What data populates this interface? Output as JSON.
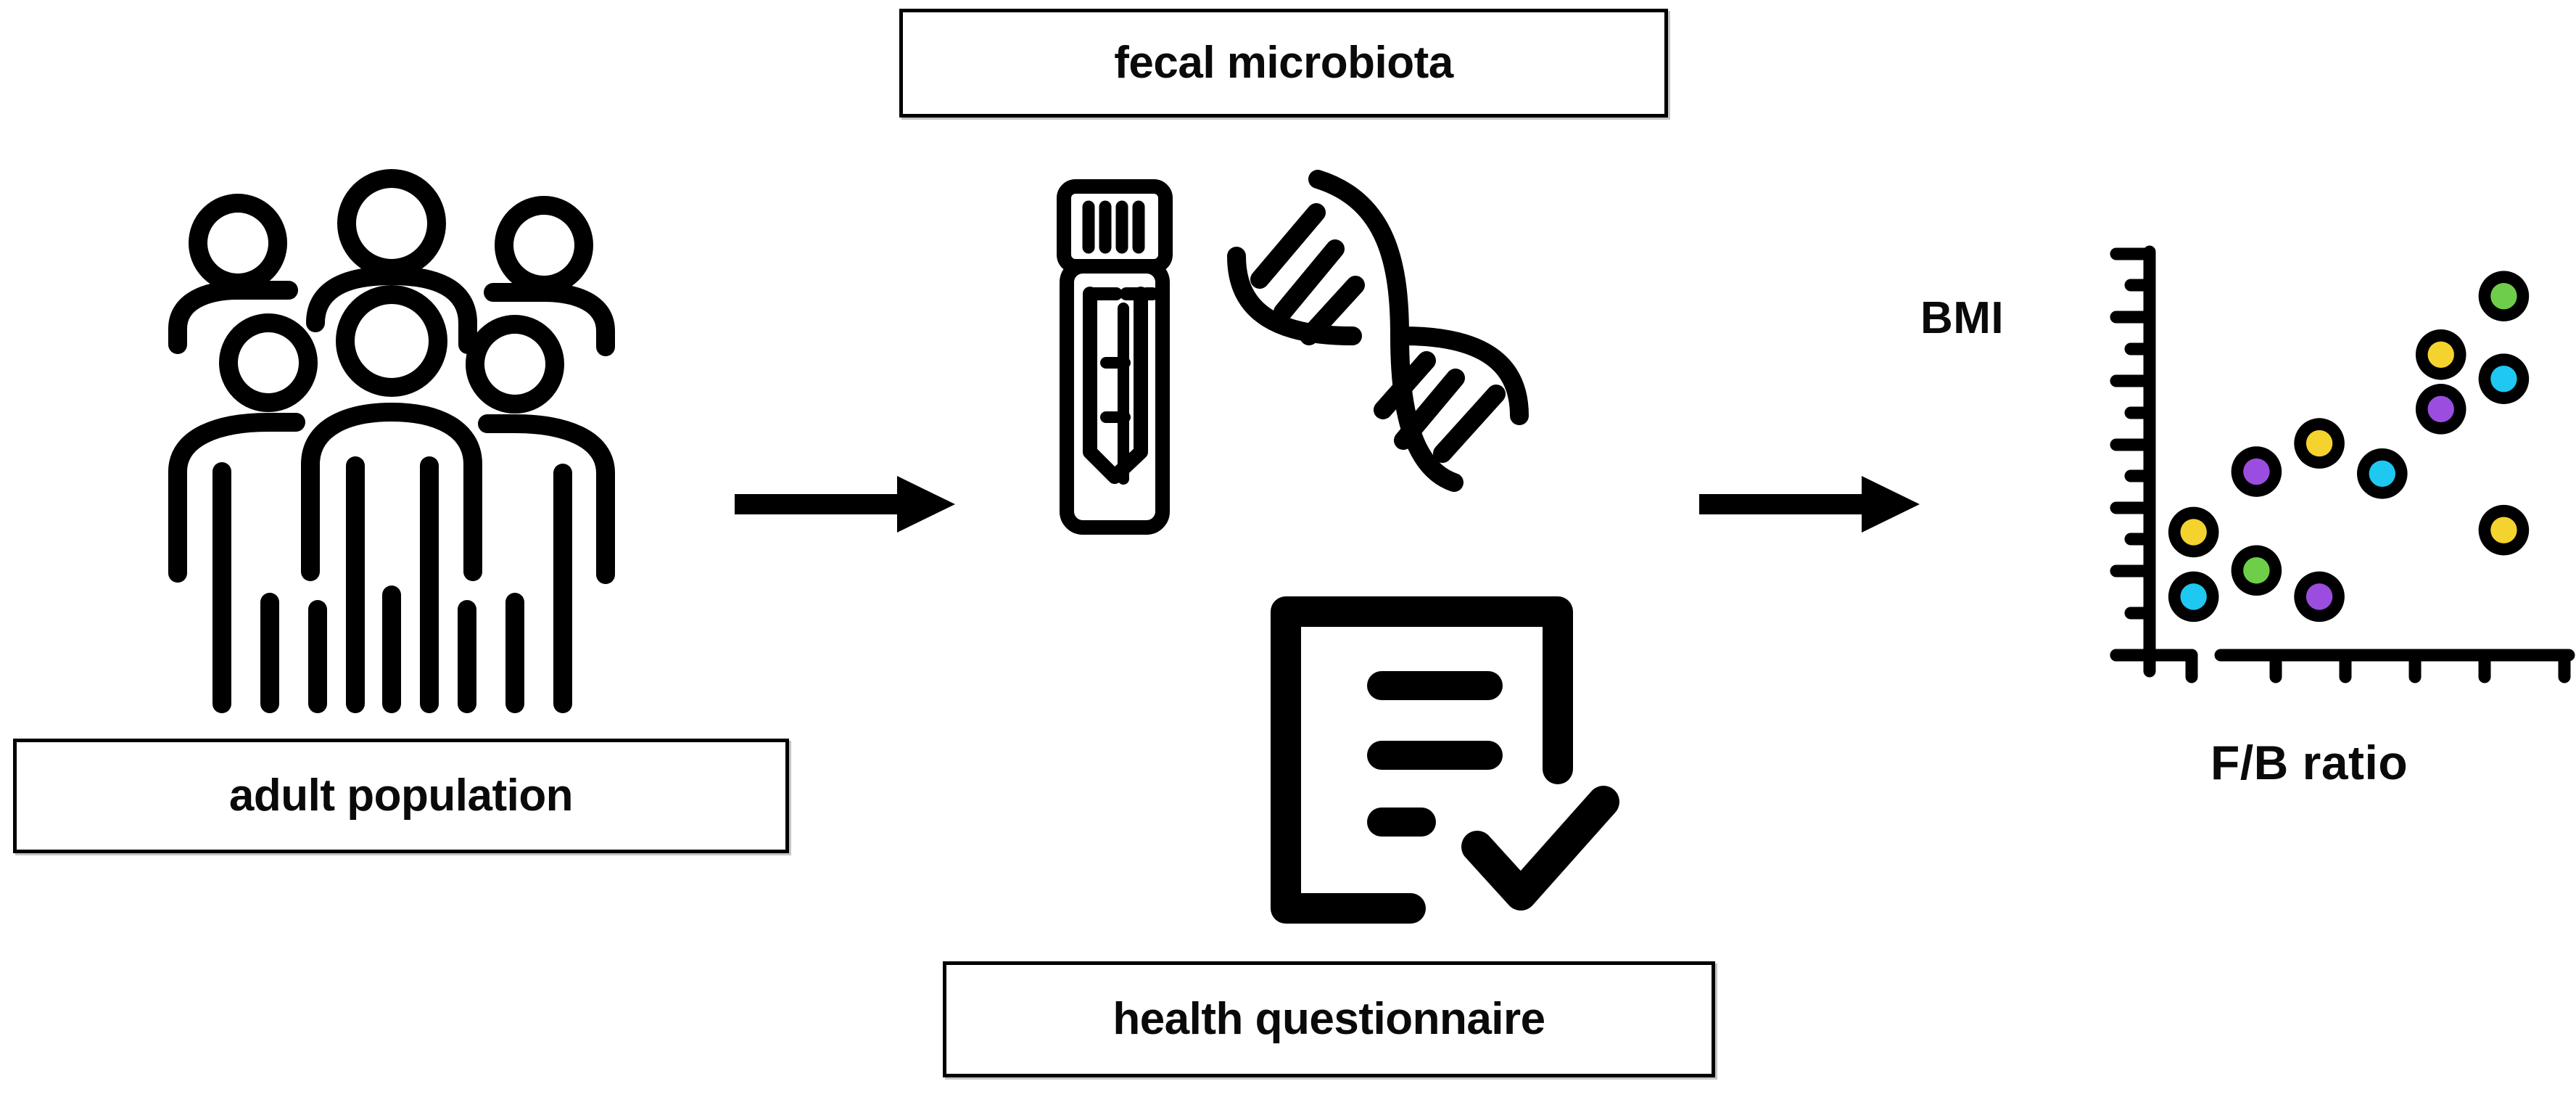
{
  "figure": {
    "title": "Study design: adult population, fecal microbiota and health questionnaire to BMI vs F/B ratio",
    "background_color": "#ffffff"
  },
  "boxes": {
    "fecal_microbiota": {
      "label": "fecal microbiota"
    },
    "adult_population": {
      "label": "adult population"
    },
    "health_questionnaire": {
      "label": "health questionnaire"
    }
  },
  "labels": {
    "bmi": "BMI",
    "fb_ratio": "F/B ratio"
  },
  "icons": {
    "people": "people-group-icon",
    "vial": "sample-vial-icon",
    "dna": "dna-helix-icon",
    "form": "questionnaire-checkmark-icon",
    "arrow_one": "arrow-right-icon",
    "arrow_two": "arrow-right-icon"
  },
  "palette": {
    "stroke": "#000000",
    "yellow": "#F5D32E",
    "purple": "#9B4DE0",
    "green": "#6ECE4A",
    "cyan": "#1EC8F0"
  },
  "chart_data": {
    "type": "scatter",
    "title": "",
    "xlabel": "F/B ratio",
    "ylabel": "BMI",
    "xlim": [
      0,
      10
    ],
    "ylim": [
      0,
      10
    ],
    "grid": false,
    "legend": false,
    "axis_style": "hand-drawn ticked axes, no numeric tick labels",
    "y_axis_ticks": {
      "major_count": 6,
      "minor_count": 6,
      "labels": []
    },
    "x_axis_ticks": {
      "count": 6,
      "labels": []
    },
    "marker_style": {
      "shape": "circle",
      "outline": "#000000",
      "outline_width": 16,
      "radius": 26
    },
    "points": [
      {
        "x": 1.05,
        "y": 3.05,
        "color": "#F5D32E",
        "group": "yellow"
      },
      {
        "x": 1.05,
        "y": 1.45,
        "color": "#1EC8F0",
        "group": "cyan"
      },
      {
        "x": 2.55,
        "y": 4.55,
        "color": "#9B4DE0",
        "group": "purple"
      },
      {
        "x": 2.55,
        "y": 2.1,
        "color": "#6ECE4A",
        "group": "green"
      },
      {
        "x": 4.05,
        "y": 5.25,
        "color": "#F5D32E",
        "group": "yellow"
      },
      {
        "x": 4.05,
        "y": 1.45,
        "color": "#9B4DE0",
        "group": "purple"
      },
      {
        "x": 5.55,
        "y": 4.5,
        "color": "#1EC8F0",
        "group": "cyan"
      },
      {
        "x": 6.95,
        "y": 7.45,
        "color": "#F5D32E",
        "group": "yellow"
      },
      {
        "x": 6.95,
        "y": 6.1,
        "color": "#9B4DE0",
        "group": "purple"
      },
      {
        "x": 8.45,
        "y": 8.9,
        "color": "#6ECE4A",
        "group": "green"
      },
      {
        "x": 8.45,
        "y": 6.85,
        "color": "#1EC8F0",
        "group": "cyan"
      },
      {
        "x": 8.45,
        "y": 3.1,
        "color": "#F5D32E",
        "group": "yellow"
      }
    ]
  }
}
